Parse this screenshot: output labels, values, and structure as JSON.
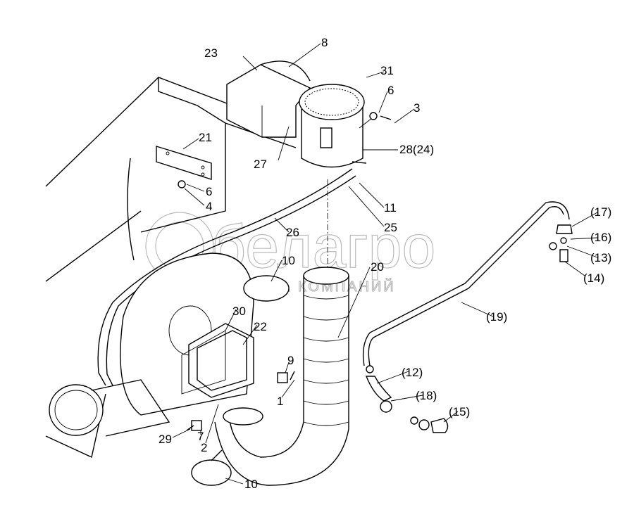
{
  "watermark": {
    "brand": "белагро",
    "subtitle": "ГРУППА КОМПАНИЙ"
  },
  "labels": {
    "l8": "8",
    "l23": "23",
    "l31": "31",
    "l6a": "6",
    "l3": "3",
    "l21": "21",
    "l28": "28(24)",
    "l27": "27",
    "l6b": "6",
    "l4": "4",
    "l11": "11",
    "l25": "25",
    "l26": "26",
    "l10a": "10",
    "l20": "20",
    "l30": "30",
    "l22": "22",
    "l9": "9",
    "l1": "1",
    "l7": "7",
    "l29": "29",
    "l2": "2",
    "l10b": "10",
    "l17": "(17)",
    "l16": "(16)",
    "l13": "(13)",
    "l14": "(14)",
    "l19": "(19)",
    "l12": "(12)",
    "l18": "(18)",
    "l15": "(15)"
  }
}
